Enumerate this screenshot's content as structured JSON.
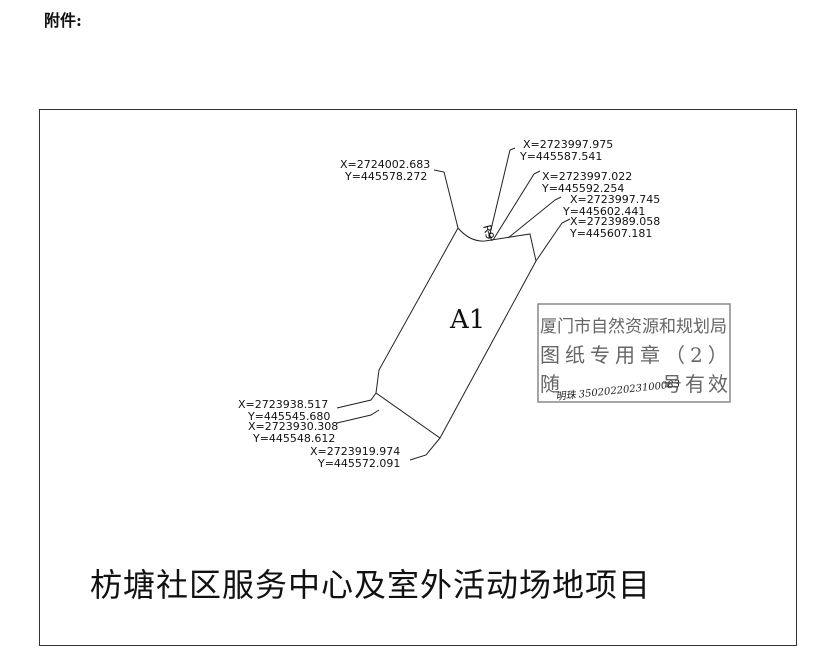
{
  "header": {
    "attachment_label": "附件:"
  },
  "drawing": {
    "parcel_label": "A1",
    "radius_label": "R9",
    "coordinates": [
      {
        "x": "X=2723997.975",
        "y": "Y=445587.541"
      },
      {
        "x": "X=2724002.683",
        "y": "Y=445578.272"
      },
      {
        "x": "X=2723997.022",
        "y": "Y=445592.254"
      },
      {
        "x": "X=2723997.745",
        "y": "Y=445602.441"
      },
      {
        "x": "X=2723989.058",
        "y": "Y=445607.181"
      },
      {
        "x": "X=2723938.517",
        "y": "Y=445545.680"
      },
      {
        "x": "X=2723930.308",
        "y": "Y=445548.612"
      },
      {
        "x": "X=2723919.974",
        "y": "Y=445572.091"
      }
    ],
    "stamp": {
      "line1": "厦门市自然资源和规划局",
      "line2": "图纸专用章（2）",
      "line3_prefix": "随",
      "line3_suffix": "号有效",
      "signature": "明珠 3502022023100083"
    },
    "project_title": "枋塘社区服务中心及室外活动场地项目"
  }
}
